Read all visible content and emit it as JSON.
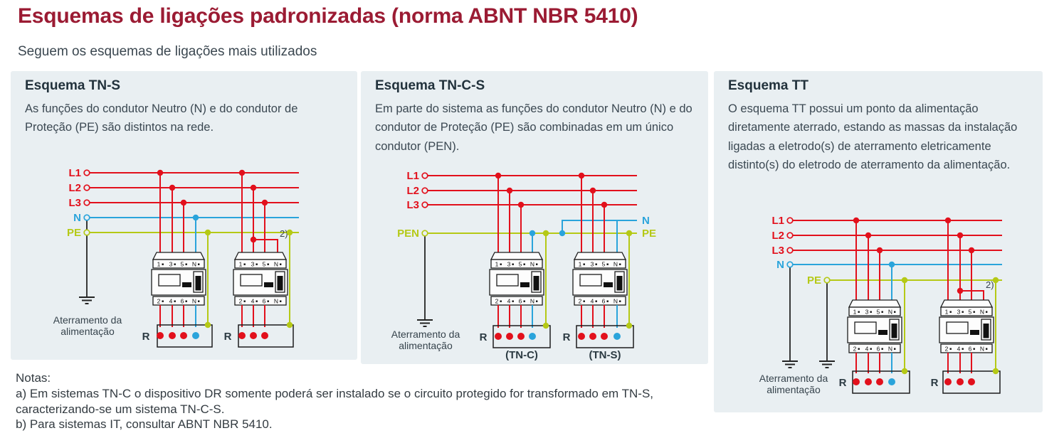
{
  "header": {
    "title": "Esquemas de ligações padronizadas (norma ABNT NBR 5410)",
    "subtitle": "Seguem os esquemas de ligações mais utilizados"
  },
  "panels": [
    {
      "title": "Esquema TN-S",
      "description": "As funções do condutor Neutro (N) e do condutor de Proteção (PE) são distintos na rede.",
      "lines": {
        "l1": "L1",
        "l2": "L2",
        "l3": "L3",
        "n": "N",
        "pe": "PE"
      },
      "ground_label_1": "Aterramento da",
      "ground_label_2": "alimentação",
      "load_label": "R",
      "note_ref": "2)"
    },
    {
      "title": "Esquema TN-C-S",
      "description": "Em parte do sistema as funções do condutor Neutro (N) e do condutor de Proteção (PE) são combinadas em um único condutor (PEN).",
      "lines": {
        "l1": "L1",
        "l2": "L2",
        "l3": "L3",
        "pen": "PEN"
      },
      "right_labels": {
        "n": "N",
        "pe": "PE"
      },
      "sub_labels": {
        "left": "(TN-C)",
        "right": "(TN-S)"
      },
      "ground_label_1": "Aterramento da",
      "ground_label_2": "alimentação",
      "load_label": "R"
    },
    {
      "title": "Esquema TT",
      "description": "O esquema TT possui um ponto da alimentação diretamente aterrado, estando as massas da instalação ligadas a eletrodo(s) de aterramento eletricamente distinto(s) do eletrodo de aterramento da alimentação.",
      "lines": {
        "l1": "L1",
        "l2": "L2",
        "l3": "L3",
        "n": "N",
        "pe": "PE"
      },
      "ground_label_1": "Aterramento da",
      "ground_label_2": "alimentação",
      "load_label": "R",
      "note_ref": "2)"
    }
  ],
  "device": {
    "top_terminals": [
      "1",
      "3",
      "5",
      "N"
    ],
    "bottom_terminals": [
      "2",
      "4",
      "6",
      "N"
    ]
  },
  "notes": {
    "heading": "Notas:",
    "items": [
      "a) Em sistemas TN-C o dispositivo DR somente poderá ser instalado se o circuito protegido for transformado em TN-S, caracterizando-se um sistema TN-C-S.",
      "b) Para sistemas IT, consultar ABNT NBR 5410."
    ]
  },
  "colors": {
    "title_red": "#9b1b33",
    "phase_red": "#e2101c",
    "neutral_blue": "#2aa4db",
    "pe_green": "#b5c916",
    "panel_bg": "#e9eff2",
    "text_dark": "#36434c",
    "line_black": "#1c1c1c"
  }
}
